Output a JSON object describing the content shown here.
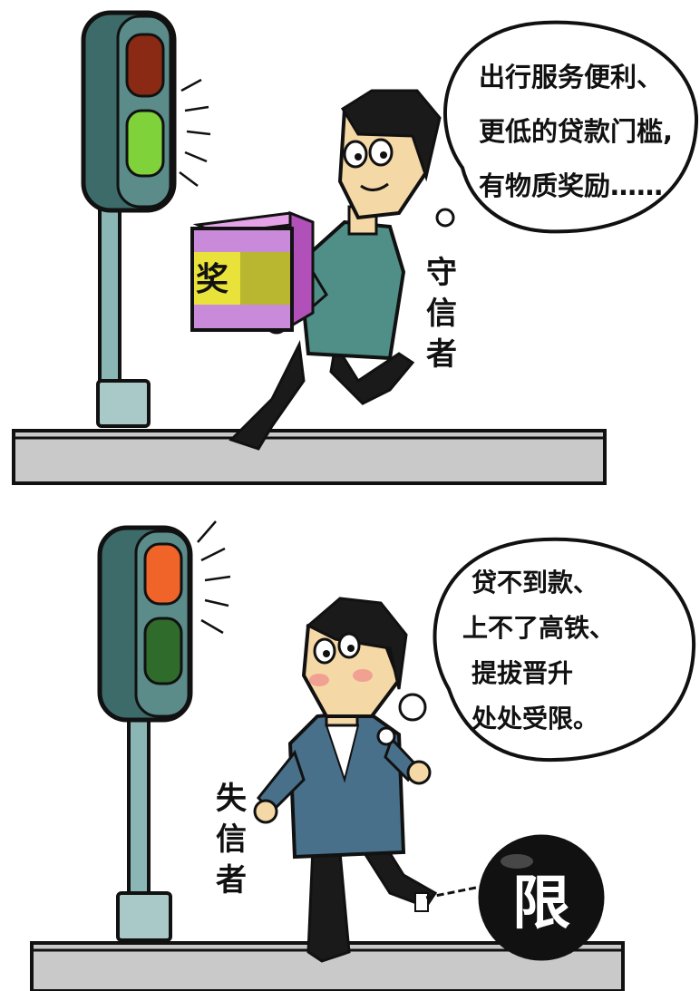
{
  "top_panel": {
    "bubble_lines": [
      "出行服务便利、",
      "更低的贷款门槛,",
      "有物质奖励……"
    ],
    "box_label": "奖",
    "caption_chars": [
      "守",
      "信",
      "者"
    ],
    "light_state": "green"
  },
  "bottom_panel": {
    "bubble_lines": [
      "贷不到款、",
      "上不了高铁、",
      "提拔晋升",
      "处处受限。"
    ],
    "ball_label": "限",
    "caption_chars": [
      "失",
      "信",
      "者"
    ],
    "light_state": "red"
  },
  "colors": {
    "signal_body": "#3c6b6a",
    "red_off": "#8a2a14",
    "green_on": "#7fd23a",
    "red_on": "#f0642a",
    "green_off": "#2f6b2a",
    "coat_top": "#4f8f87",
    "suit_bottom": "#48708a",
    "sidewalk": "#c9c9c9",
    "box_purple": "#c98ad9",
    "box_yellow": "#e8e23a"
  }
}
